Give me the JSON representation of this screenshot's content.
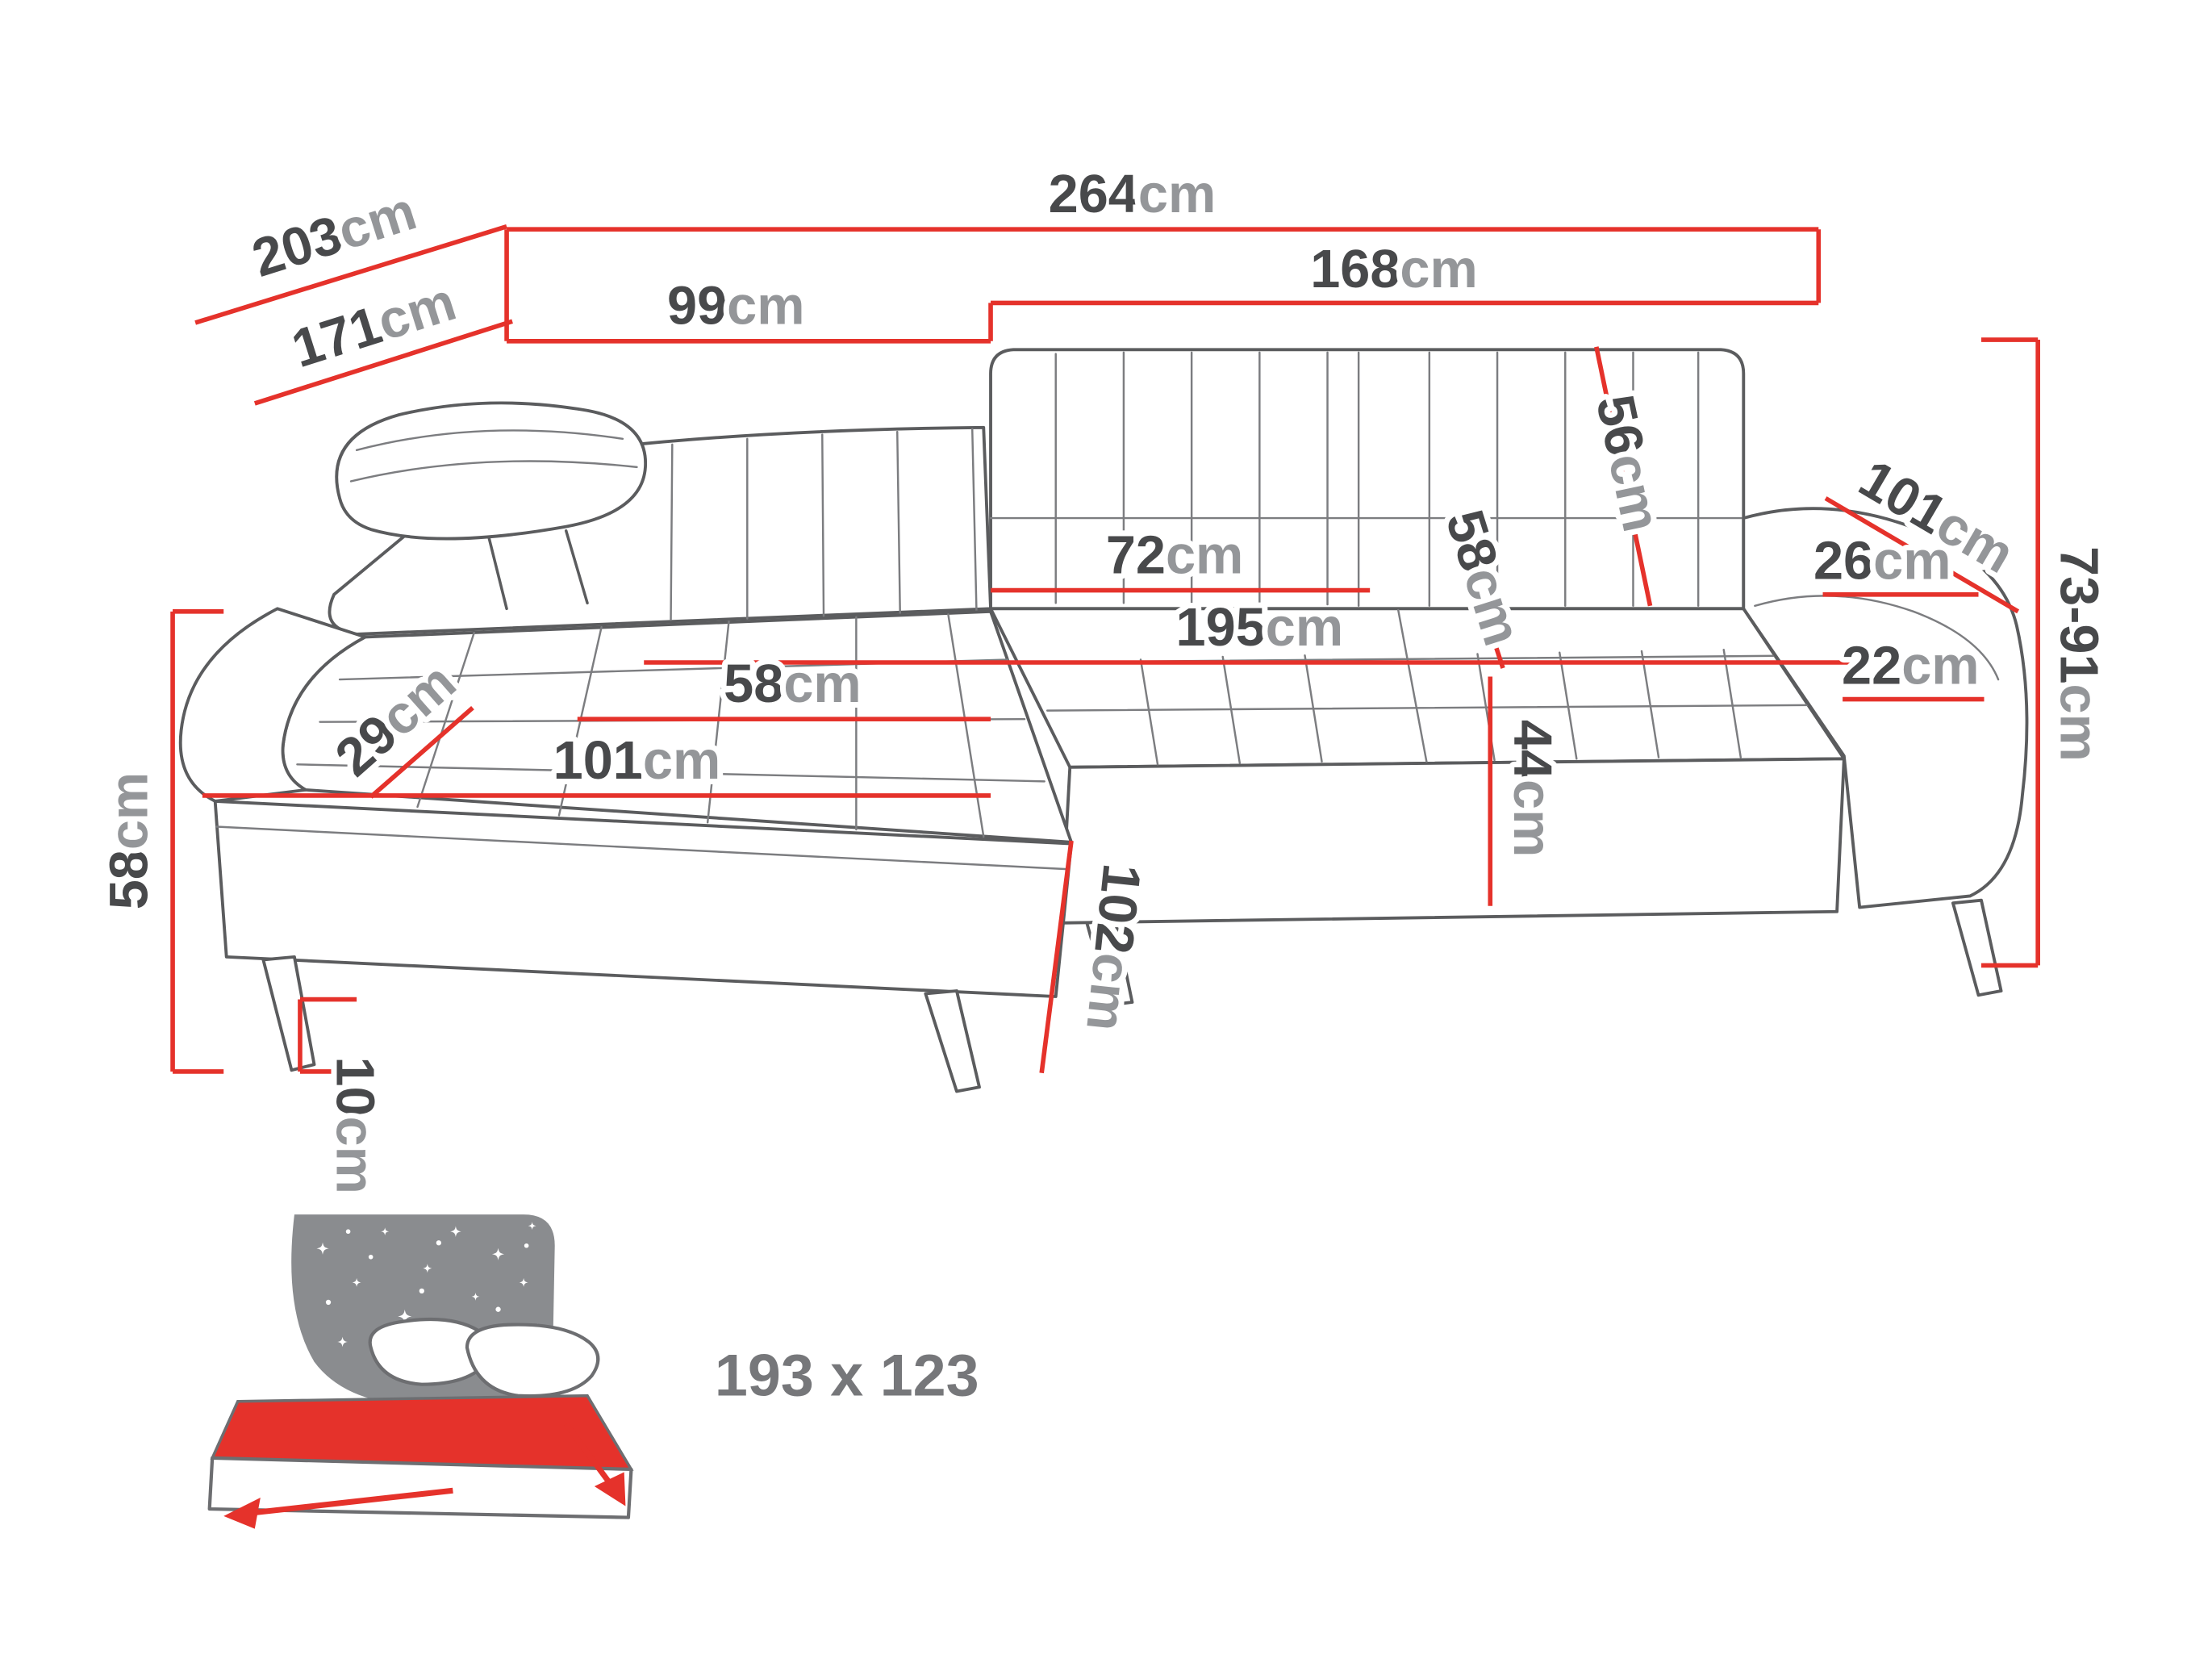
{
  "diagram": {
    "type": "corner-sofa-dimension-diagram",
    "unit": "cm",
    "colors": {
      "dimension_red": "#e5322b",
      "drawing_gray": "#5b5c5e",
      "value_text": "#48494b",
      "unit_text": "#949699",
      "bed_headboard_gray": "#8a8c8f",
      "bed_mattress_red": "#e5322b"
    }
  },
  "measurements": {
    "total_width": "264",
    "total_depth": "203",
    "chaise_length": "171",
    "corner_back_width": "99",
    "right_back_width": "168",
    "backrest_height": "56",
    "armrest_depth": "101",
    "armrest_width": "26",
    "total_height_range": "73-91",
    "seat_depth": "72",
    "backrest_thickness": "58",
    "seat_length": "195",
    "armrest_front_height": "22",
    "seat_height": "44",
    "chaise_cushion_width": "58",
    "left_armrest_width": "29",
    "chaise_cushion_length": "101",
    "side_height": "58",
    "leg_height": "10",
    "chaise_front_depth": "102"
  },
  "sleeping_area": {
    "size": "193 x 123"
  }
}
